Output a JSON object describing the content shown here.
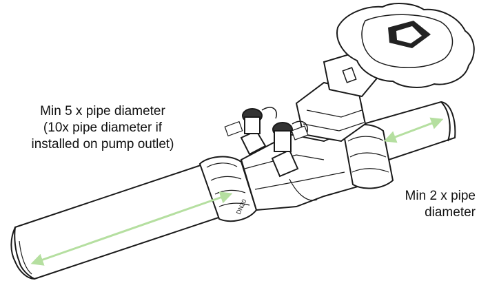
{
  "annotations": {
    "upstream": {
      "lines": [
        "Min 5 x pipe diameter",
        "(10x pipe diameter if",
        "installed on pump outlet)"
      ]
    },
    "downstream": {
      "lines": [
        "Min 2 x pipe",
        "diameter"
      ]
    }
  },
  "colors": {
    "arrow": "#b5dfa0",
    "outline": "#1a1a1a",
    "fill": "#ffffff",
    "accent_dark": "#333333"
  }
}
